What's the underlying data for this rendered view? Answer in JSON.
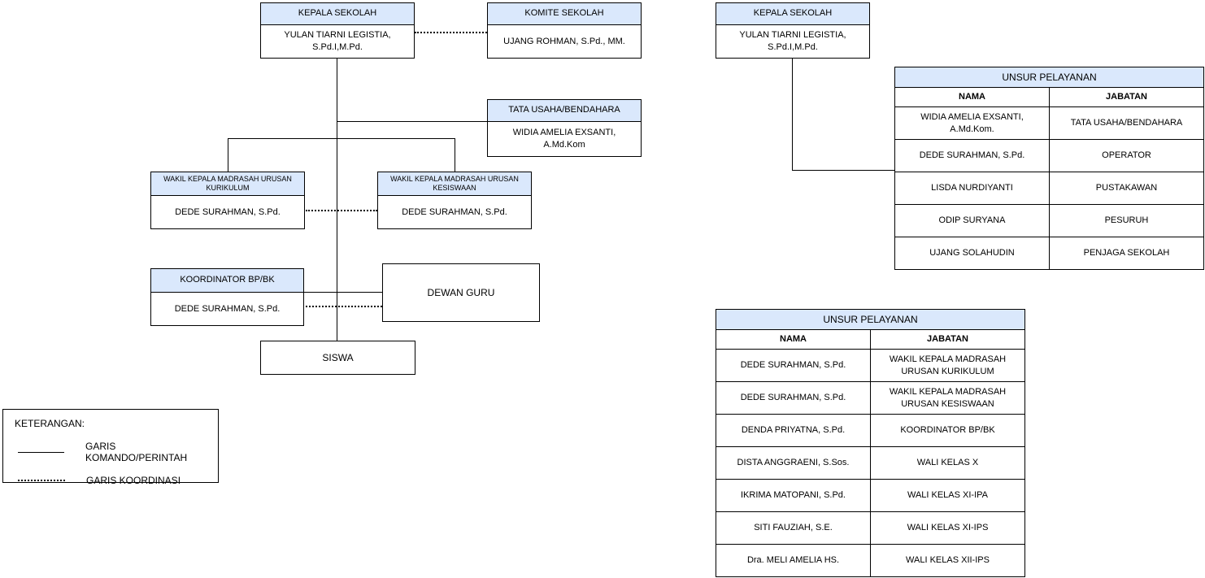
{
  "colors": {
    "header_fill": "#dae8fc",
    "border": "#000000",
    "background": "#ffffff"
  },
  "org_chart": {
    "kepala_sekolah": {
      "title": "KEPALA SEKOLAH",
      "name": "YULAN TIARNI LEGISTIA, S.Pd.I,M.Pd."
    },
    "komite_sekolah": {
      "title": "KOMITE SEKOLAH",
      "name": "UJANG ROHMAN, S.Pd., MM."
    },
    "tata_usaha": {
      "title": "TATA USAHA/BENDAHARA",
      "name": "WIDIA AMELIA EXSANTI, A.Md.Kom"
    },
    "wakil_kurikulum": {
      "title": "WAKIL KEPALA MADRASAH URUSAN KURIKULUM",
      "name": "DEDE SURAHMAN, S.Pd."
    },
    "wakil_kesiswaan": {
      "title": "WAKIL KEPALA MADRASAH URUSAN KESISWAAN",
      "name": "DEDE SURAHMAN, S.Pd."
    },
    "koordinator_bpbk": {
      "title": "KOORDINATOR BP/BK",
      "name": "DEDE SURAHMAN, S.Pd."
    },
    "dewan_guru": {
      "title": "DEWAN GURU"
    },
    "siswa": {
      "title": "SISWA"
    }
  },
  "legend": {
    "title": "KETERANGAN:",
    "items": [
      {
        "line_style": "solid",
        "label": "GARIS KOMANDO/PERINTAH"
      },
      {
        "line_style": "dotted",
        "label": "GARIS KOORDINASI"
      }
    ]
  },
  "right_chart": {
    "kepala_sekolah": {
      "title": "KEPALA SEKOLAH",
      "name": "YULAN TIARNI LEGISTIA, S.Pd.I,M.Pd."
    }
  },
  "tables": [
    {
      "title": "UNSUR PELAYANAN",
      "columns": [
        "NAMA",
        "JABATAN"
      ],
      "rows": [
        {
          "nama": "WIDIA AMELIA EXSANTI, A.Md.Kom.",
          "jabatan": "TATA USAHA/BENDAHARA"
        },
        {
          "nama": "DEDE SURAHMAN, S.Pd.",
          "jabatan": "OPERATOR"
        },
        {
          "nama": "LISDA NURDIYANTI",
          "jabatan": "PUSTAKAWAN"
        },
        {
          "nama": "ODIP SURYANA",
          "jabatan": "PESURUH"
        },
        {
          "nama": "UJANG SOLAHUDIN",
          "jabatan": "PENJAGA SEKOLAH"
        }
      ]
    },
    {
      "title": "UNSUR PELAYANAN",
      "columns": [
        "NAMA",
        "JABATAN"
      ],
      "rows": [
        {
          "nama": "DEDE SURAHMAN, S.Pd.",
          "jabatan": "WAKIL KEPALA MADRASAH URUSAN KURIKULUM"
        },
        {
          "nama": "DEDE SURAHMAN, S.Pd.",
          "jabatan": "WAKIL KEPALA MADRASAH URUSAN KESISWAAN"
        },
        {
          "nama": "DENDA PRIYATNA, S.Pd.",
          "jabatan": "KOORDINATOR BP/BK"
        },
        {
          "nama": "DISTA ANGGRAENI, S.Sos.",
          "jabatan": "WALI KELAS X"
        },
        {
          "nama": "IKRIMA MATOPANI, S.Pd.",
          "jabatan": "WALI KELAS XI-IPA"
        },
        {
          "nama": "SITI FAUZIAH, S.E.",
          "jabatan": "WALI KELAS XI-IPS"
        },
        {
          "nama": "Dra. MELI AMELIA HS.",
          "jabatan": "WALI KELAS XII-IPS"
        }
      ]
    }
  ]
}
